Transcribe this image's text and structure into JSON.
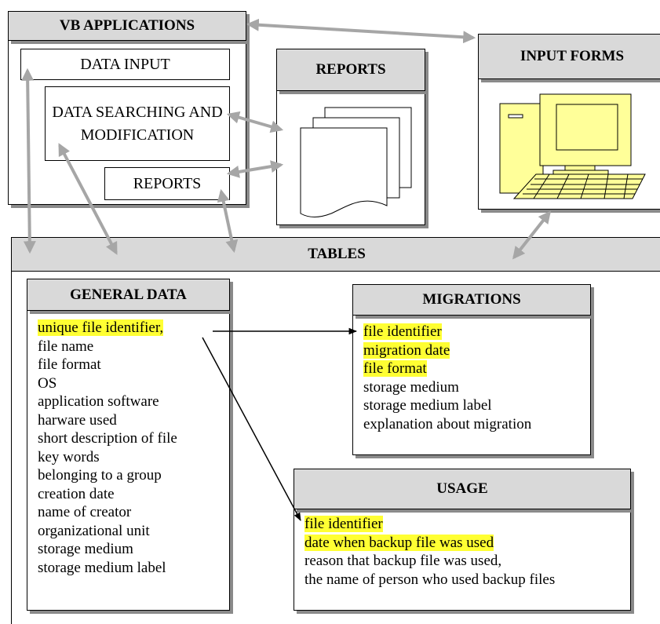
{
  "vb_applications": {
    "title": "VB APPLICATIONS",
    "modules": [
      "DATA INPUT",
      "DATA SEARCHING AND MODIFICATION",
      "REPORTS"
    ]
  },
  "reports": {
    "title": "REPORTS"
  },
  "input_forms": {
    "title": "INPUT FORMS"
  },
  "tables": {
    "title": "TABLES"
  },
  "general_data": {
    "title": "GENERAL DATA",
    "fields": [
      {
        "text": "unique file identifier,",
        "highlight": true
      },
      {
        "text": "file name",
        "highlight": false
      },
      {
        "text": "file format",
        "highlight": false
      },
      {
        "text": "OS",
        "highlight": false
      },
      {
        "text": "application software",
        "highlight": false
      },
      {
        "text": "harware used",
        "highlight": false
      },
      {
        "text": "short description of file",
        "highlight": false
      },
      {
        "text": "key words",
        "highlight": false
      },
      {
        "text": "belonging to a group",
        "highlight": false
      },
      {
        "text": "creation date",
        "highlight": false
      },
      {
        "text": "name of creator",
        "highlight": false
      },
      {
        "text": "organizational unit",
        "highlight": false
      },
      {
        "text": "storage medium",
        "highlight": false
      },
      {
        "text": "storage medium label",
        "highlight": false
      }
    ]
  },
  "migrations": {
    "title": "MIGRATIONS",
    "fields": [
      {
        "text": "file identifier",
        "highlight": true
      },
      {
        "text": "migration date",
        "highlight": true
      },
      {
        "text": "file format",
        "highlight": true
      },
      {
        "text": "storage medium",
        "highlight": false
      },
      {
        "text": "storage medium label",
        "highlight": false
      },
      {
        "text": "explanation about migration",
        "highlight": false
      }
    ]
  },
  "usage": {
    "title": "USAGE",
    "fields": [
      {
        "text": "file identifier",
        "highlight": true
      },
      {
        "text": "date when backup file was used",
        "highlight": true
      },
      {
        "text": "reason that backup file was used,",
        "highlight": false
      },
      {
        "text": "the name of person who used backup files",
        "highlight": false
      }
    ]
  },
  "colors": {
    "header_fill": "#d9d9d9",
    "shadow": "#8a8a8a",
    "highlight": "#ffff33",
    "arrow_gray": "#a6a6a6",
    "computer_fill": "#ffff99"
  }
}
